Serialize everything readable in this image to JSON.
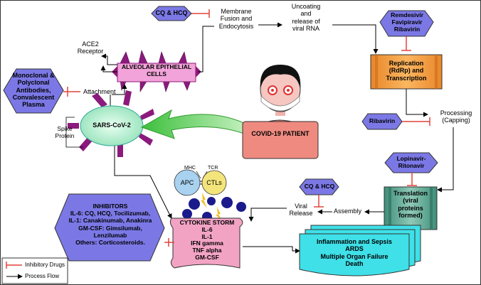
{
  "drug_tags": {
    "cq_hcq_top": "CQ & HCQ",
    "remdesivir": [
      "Remdesivir",
      "Favipiravir",
      "Ribavirin"
    ],
    "ribavirin": "Ribavirin",
    "lopinavir": [
      "Lopinavir-",
      "Ritonavir"
    ],
    "cq_hcq_mid": "CQ & HCQ",
    "antibodies": [
      "Monoclonal &",
      "Polyclonal",
      "Antibodies,",
      "Convalescent",
      "Plasma"
    ]
  },
  "steps": {
    "membrane": [
      "Membrane",
      "Fusion and",
      "Endocytosis"
    ],
    "uncoating": [
      "Uncoating",
      "and",
      "release of",
      "viral RNA"
    ],
    "replication": [
      "Replication",
      "(RdRp) and",
      "Transcription"
    ],
    "processing": [
      "Processing",
      "(Capping)"
    ],
    "translation": [
      "Translation",
      "(viral",
      "proteins",
      "formed)"
    ],
    "assembly": "Assembly",
    "viral_release": [
      "Viral",
      "Release"
    ],
    "attachment": "Attachment",
    "ace2": [
      "ACE2",
      "Receptor"
    ],
    "spike": [
      "Spike",
      "Protein"
    ]
  },
  "cells": {
    "alveolar": [
      "ALVEOLAR EPITHELIAL",
      "CELLS"
    ],
    "virus": "SARS-CoV-2",
    "patient": "COVID-19 PATIENT",
    "apc": "APC",
    "ctls": "CTLs",
    "mhc": "MHC",
    "tcr": "TCR"
  },
  "cytokine": [
    "CYTOKINE STORM",
    "IL-6",
    "IL-1",
    "IFN gamma",
    "TNF alpha",
    "GM-CSF"
  ],
  "inhibitors": [
    "INHIBITORS",
    "IL-6: CQ, HCQ, Tocilizumab,",
    "IL-1: Canakinumab, Anakinra",
    "GM-CSF:  Gimsilumab,",
    "Lenzilumab",
    "Others: Corticosteroids."
  ],
  "outcomes": [
    "Inflammation and Sepsis",
    "ARDS",
    "Multiple Organ Failure",
    "Death"
  ],
  "legend": {
    "inhibitory": "Inhibitory Drugs",
    "flow": "Process Flow"
  },
  "colors": {
    "drug_fill": "#7b78e6",
    "replication_fill": "#f39c3a",
    "translation_fill": "#4e9a86",
    "cytokine_fill": "#f2a3c4",
    "outcome_fill": "#3fe0e8",
    "virus_fill": "#b9f0d2",
    "patient_fill": "#ef8a80",
    "inhibit_red": "#e0443a",
    "spike_purple": "#8b1a7c",
    "arrow_green": "#3bbf3b"
  }
}
